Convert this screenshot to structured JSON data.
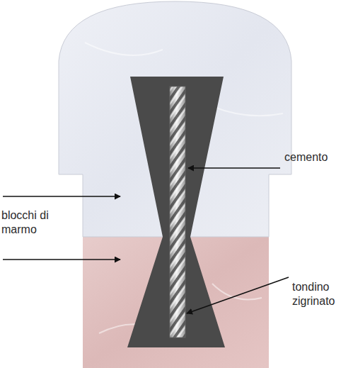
{
  "diagram": {
    "labels": [
      "blocchi di marmo",
      "cemento",
      "tondino zigrinato"
    ]
  }
}
